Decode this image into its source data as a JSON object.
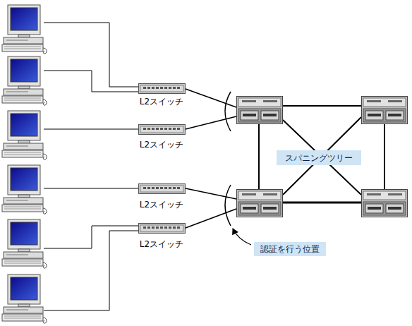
{
  "diagram": {
    "nodes": [
      {
        "text": [
          "L2スイッチ"
        ]
      },
      {
        "text": [
          "L2スイッチ"
        ]
      },
      {
        "text": [
          "スパニングツリー"
        ]
      },
      {
        "text": [
          "L2スイッチ"
        ]
      },
      {
        "text": [
          "L2スイッチ"
        ]
      },
      {
        "text": [
          "認証を行う位置"
        ]
      }
    ]
  }
}
